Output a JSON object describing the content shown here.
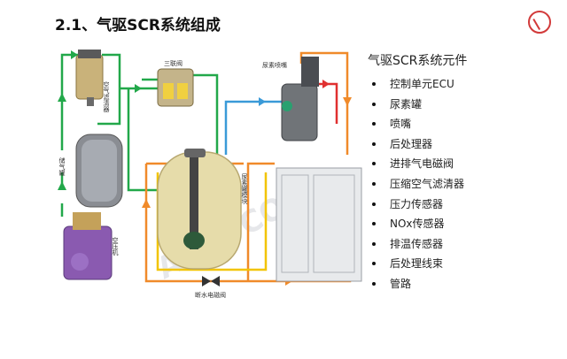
{
  "slide": {
    "title": "2.1、气驱SCR系统组成",
    "list_heading": "气驱SCR系统元件",
    "components": [
      "控制单元ECU",
      "尿素罐",
      "喷嘴",
      "后处理器",
      "进排气电磁阀",
      "压缩空气滤清器",
      "压力传感器",
      "NOx传感器",
      "排温传感器",
      "后处理线束",
      "管路"
    ]
  },
  "diagram": {
    "watermark": "AUTOCOS",
    "labels": {
      "three_way_valve": "三联阀",
      "nozzle": "尿素喷嘴",
      "air_filter": "空气滤清器",
      "air_tank": "储气罐",
      "compressor": "空压机",
      "urea_module": "尿素罐模块",
      "shutoff_valve": "断水电磁阀"
    },
    "colors": {
      "air_line": "#22a84a",
      "urea_line": "#3a9ad8",
      "coolant_line": "#f08a2a",
      "hot_line": "#e03030",
      "yellow_line": "#f2c400"
    }
  }
}
